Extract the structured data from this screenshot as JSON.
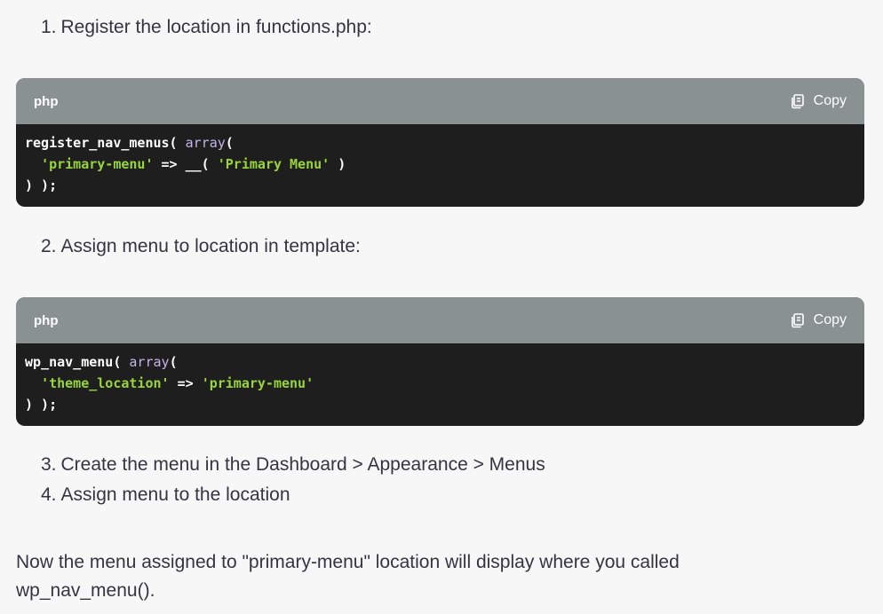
{
  "steps": [
    {
      "num": "1.",
      "text": "Register the location in functions.php:"
    },
    {
      "num": "2.",
      "text": "Assign menu to location in template:"
    },
    {
      "num": "3.",
      "text": "Create the menu in the Dashboard > Appearance > Menus"
    },
    {
      "num": "4.",
      "text": "Assign menu to the location"
    }
  ],
  "code_blocks": [
    {
      "language": "php",
      "copy_label": "Copy",
      "lines": [
        {
          "a": "register_nav_menus( ",
          "b": "array",
          "c": "("
        },
        {
          "a": "  ",
          "b": "'primary-menu'",
          "c": " => __( ",
          "d": "'Primary Menu'",
          "e": " )"
        },
        {
          "a": ") );"
        }
      ]
    },
    {
      "language": "php",
      "copy_label": "Copy",
      "lines": [
        {
          "a": "wp_nav_menu( ",
          "b": "array",
          "c": "("
        },
        {
          "a": "  ",
          "b": "'theme_location'",
          "c": " => ",
          "d": "'primary-menu'"
        },
        {
          "a": ") );"
        }
      ]
    }
  ],
  "closing_paragraph": "Now the menu assigned to \"primary-menu\" location will display where you called wp_nav_menu().",
  "colors": {
    "background": "#f7f7f8",
    "code_header": "#8a9191",
    "code_body": "#1e1e1e",
    "string": "#98d43c",
    "keyword": "#c4b6e8"
  },
  "icons": {
    "copy": "copy-icon"
  }
}
